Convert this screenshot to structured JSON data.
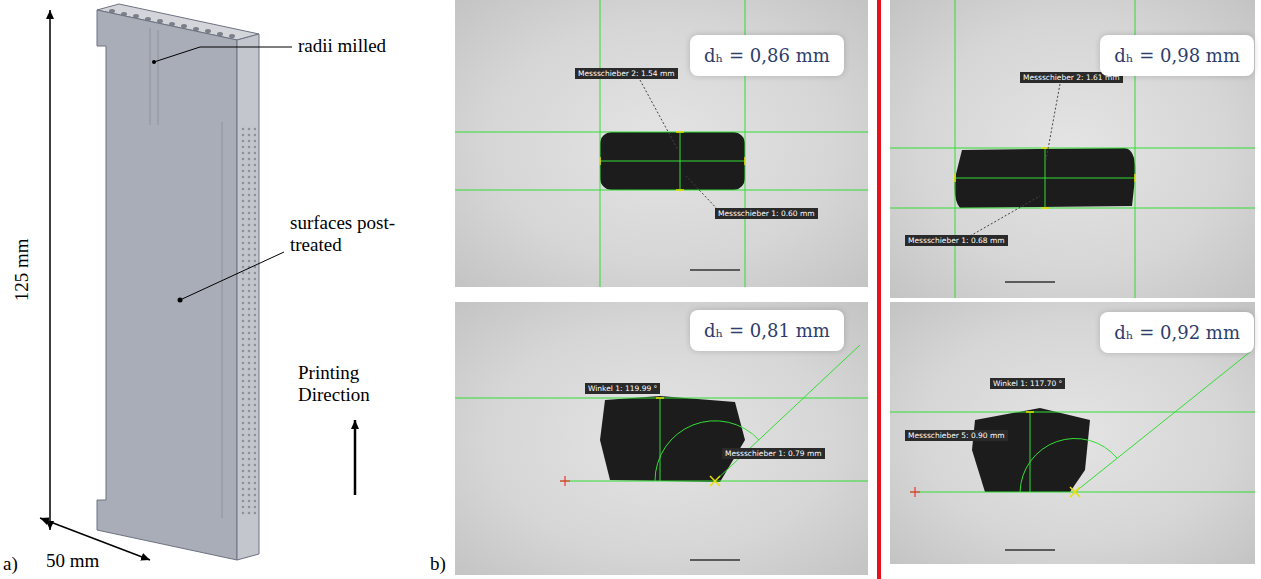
{
  "diagram": {
    "nodes": [
      {
        "text": [
          "dₕ = 0,86 mm"
        ]
      },
      {
        "text": [
          "dₕ = 0,98 mm"
        ]
      },
      {
        "text": [
          "dₕ = 0,81 mm"
        ]
      },
      {
        "text": [
          "dₕ = 0,92 mm"
        ]
      }
    ],
    "labels": [
      "125 mm",
      "radii milled",
      "surfaces post-treated",
      "Printing Direction",
      "50 mm",
      "a)",
      "b)",
      "Messschieber 2: 1.54 mm",
      "Messschieber 1: 0.60 mm",
      "Messschieber 2: 1.61 mm",
      "Messschieber 1: 0.68 mm",
      "Winkel 1: 119.99 °",
      "Messschieber 1: 0.79 mm",
      "Winkel 1: 117.70 °",
      "Messschieber 5: 0.90 mm"
    ]
  }
}
